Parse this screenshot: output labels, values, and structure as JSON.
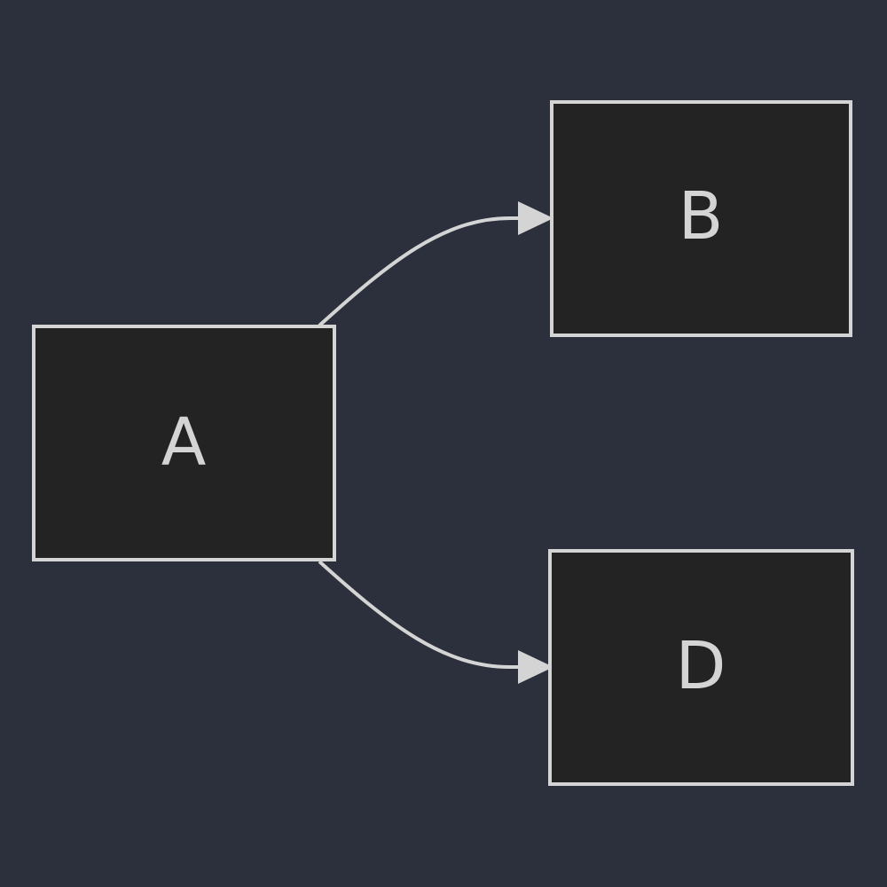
{
  "colors": {
    "background": "#2b303c",
    "node_fill": "#222322",
    "node_stroke": "#d4d4d4",
    "edge": "#d4d4d4",
    "text": "#d4d4d4"
  },
  "nodes": [
    {
      "id": "A",
      "label": "A"
    },
    {
      "id": "B",
      "label": "B"
    },
    {
      "id": "D",
      "label": "D"
    }
  ],
  "edges": [
    {
      "from": "A",
      "to": "B"
    },
    {
      "from": "A",
      "to": "D"
    }
  ]
}
